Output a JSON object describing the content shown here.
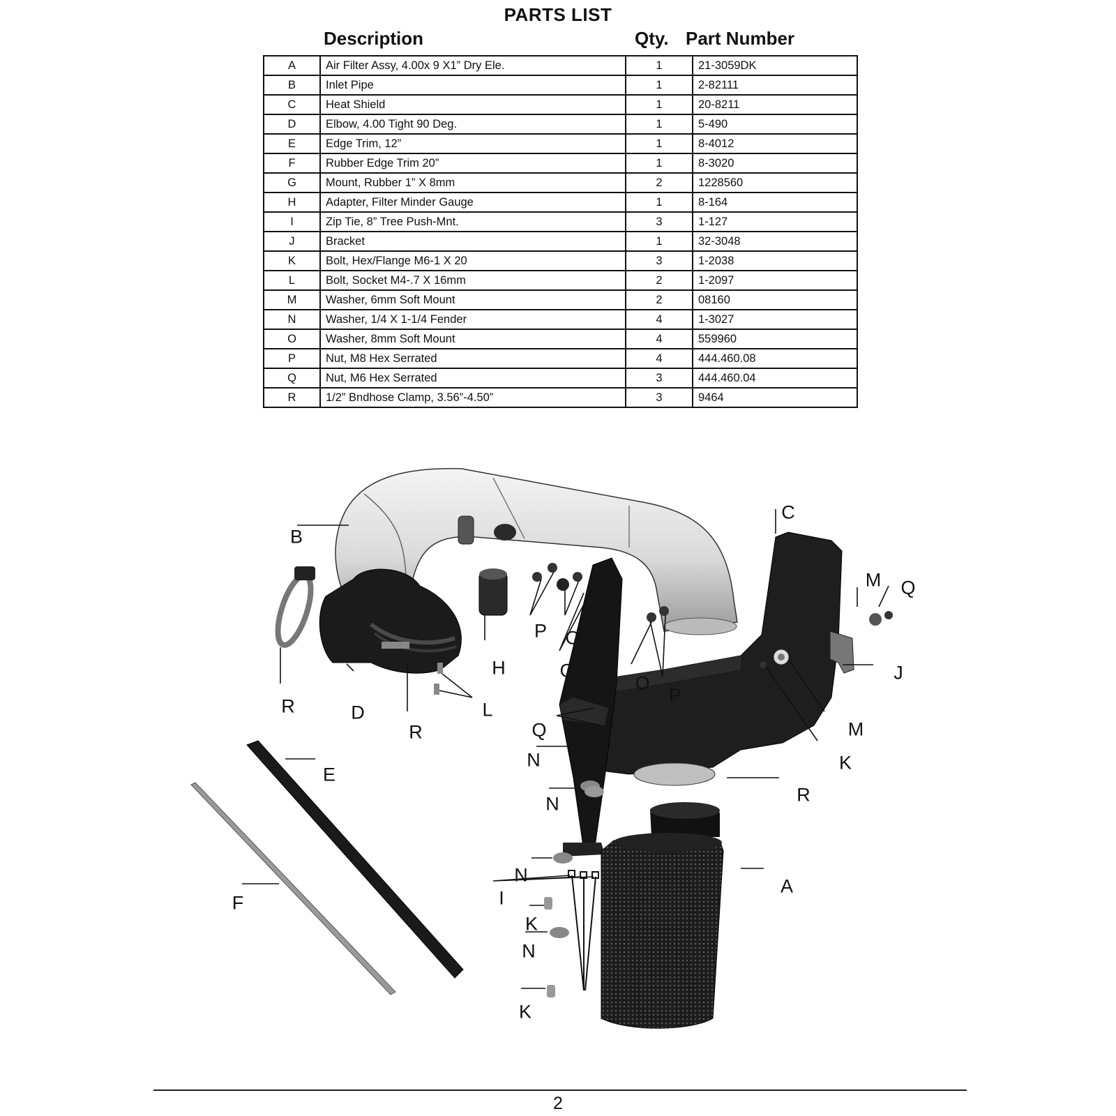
{
  "heading": "PARTS LIST",
  "columns": {
    "description": "Description",
    "qty": "Qty.",
    "part_number": "Part Number"
  },
  "parts": [
    {
      "letter": "A",
      "description": "Air Filter Assy, 4.00x 9 X1” Dry Ele.",
      "qty": "1",
      "part_number": "21-3059DK"
    },
    {
      "letter": "B",
      "description": "Inlet Pipe",
      "qty": "1",
      "part_number": "2-82111"
    },
    {
      "letter": "C",
      "description": "Heat Shield",
      "qty": "1",
      "part_number": "20-8211"
    },
    {
      "letter": "D",
      "description": "Elbow, 4.00 Tight 90 Deg.",
      "qty": "1",
      "part_number": "5-490"
    },
    {
      "letter": "E",
      "description": "Edge Trim, 12”",
      "qty": "1",
      "part_number": "8-4012"
    },
    {
      "letter": "F",
      "description": "Rubber Edge Trim 20”",
      "qty": "1",
      "part_number": "8-3020"
    },
    {
      "letter": "G",
      "description": "Mount, Rubber 1” X 8mm",
      "qty": "2",
      "part_number": "1228560"
    },
    {
      "letter": "H",
      "description": "Adapter, Filter Minder Gauge",
      "qty": "1",
      "part_number": "8-164"
    },
    {
      "letter": "I",
      "description": "Zip Tie, 8” Tree Push-Mnt.",
      "qty": "3",
      "part_number": "1-127"
    },
    {
      "letter": "J",
      "description": "Bracket",
      "qty": "1",
      "part_number": "32-3048"
    },
    {
      "letter": "K",
      "description": "Bolt, Hex/Flange M6-1 X 20",
      "qty": "3",
      "part_number": "1-2038"
    },
    {
      "letter": "L",
      "description": "Bolt, Socket M4-.7 X 16mm",
      "qty": "2",
      "part_number": "1-2097"
    },
    {
      "letter": "M",
      "description": "Washer, 6mm Soft Mount",
      "qty": "2",
      "part_number": "08160"
    },
    {
      "letter": "N",
      "description": "Washer, 1/4 X 1-1/4 Fender",
      "qty": "4",
      "part_number": "1-3027"
    },
    {
      "letter": "O",
      "description": "Washer, 8mm Soft Mount",
      "qty": "4",
      "part_number": "559960"
    },
    {
      "letter": "P",
      "description": "Nut, M8 Hex Serrated",
      "qty": "4",
      "part_number": "444.460.08"
    },
    {
      "letter": "Q",
      "description": "Nut, M6 Hex Serrated",
      "qty": "3",
      "part_number": "444.460.04"
    },
    {
      "letter": "R",
      "description": "1/2” Bndhose Clamp, 3.56”-4.50”",
      "qty": "3",
      "part_number": "9464"
    }
  ],
  "callouts": [
    {
      "label": "B",
      "part": "inlet-pipe"
    },
    {
      "label": "C",
      "part": "heat-shield"
    },
    {
      "label": "M",
      "part": "washer-6mm"
    },
    {
      "label": "Q",
      "part": "nut-m6"
    },
    {
      "label": "P",
      "part": "nut-m8"
    },
    {
      "label": "O",
      "part": "washer-8mm"
    },
    {
      "label": "H",
      "part": "filter-minder-adapter"
    },
    {
      "label": "G",
      "part": "rubber-mount"
    },
    {
      "label": "J",
      "part": "bracket"
    },
    {
      "label": "O",
      "part": "washer-8mm"
    },
    {
      "label": "P",
      "part": "nut-m8"
    },
    {
      "label": "R",
      "part": "hose-clamp"
    },
    {
      "label": "D",
      "part": "elbow"
    },
    {
      "label": "R",
      "part": "hose-clamp"
    },
    {
      "label": "L",
      "part": "socket-bolt"
    },
    {
      "label": "M",
      "part": "washer-6mm"
    },
    {
      "label": "Q",
      "part": "nut-m6"
    },
    {
      "label": "K",
      "part": "flange-bolt"
    },
    {
      "label": "N",
      "part": "fender-washer"
    },
    {
      "label": "E",
      "part": "edge-trim"
    },
    {
      "label": "R",
      "part": "hose-clamp"
    },
    {
      "label": "N",
      "part": "fender-washer"
    },
    {
      "label": "N",
      "part": "fender-washer"
    },
    {
      "label": "A",
      "part": "air-filter"
    },
    {
      "label": "I",
      "part": "zip-tie"
    },
    {
      "label": "F",
      "part": "rubber-edge-trim"
    },
    {
      "label": "K",
      "part": "flange-bolt"
    },
    {
      "label": "N",
      "part": "fender-washer"
    },
    {
      "label": "K",
      "part": "flange-bolt"
    }
  ],
  "page_number": "2"
}
